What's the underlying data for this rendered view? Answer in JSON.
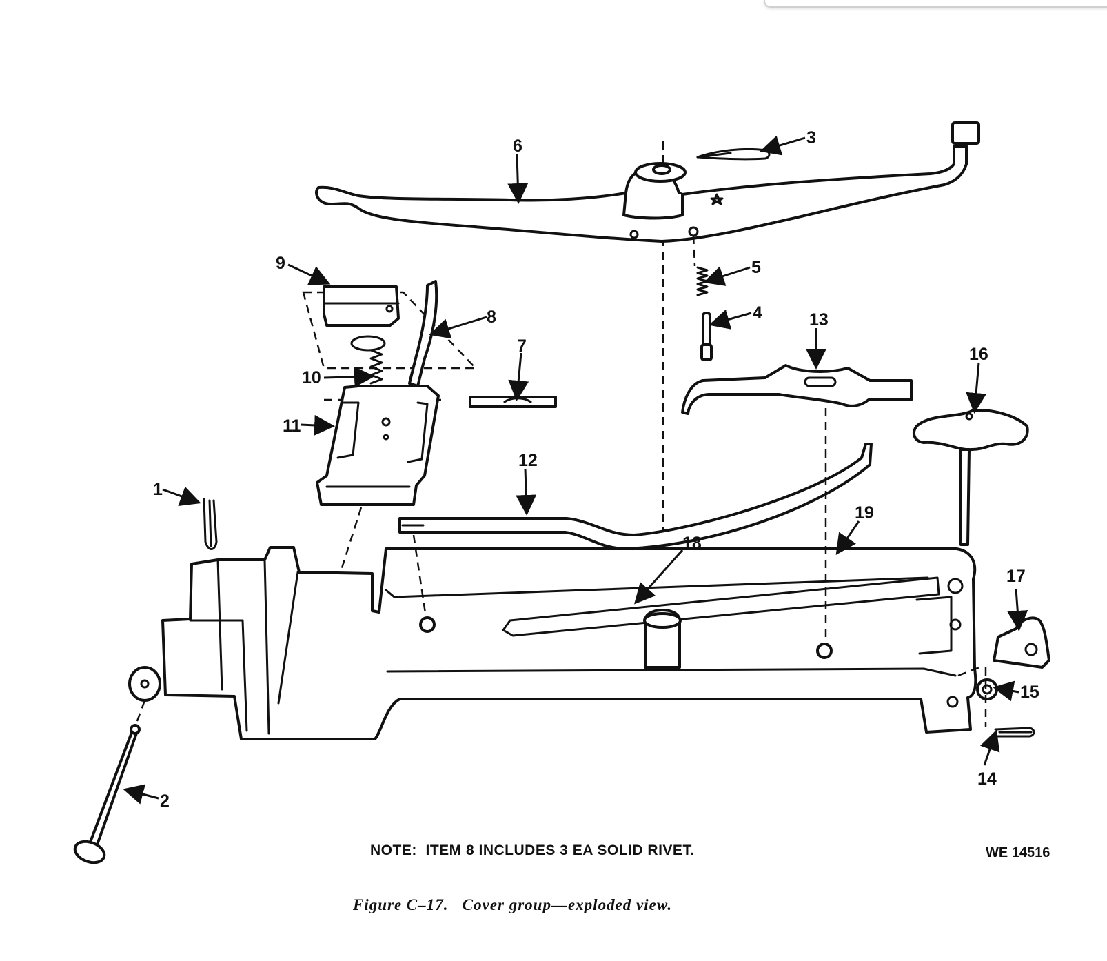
{
  "figure": {
    "note": "NOTE:  ITEM 8 INCLUDES 3 EA SOLID RIVET.",
    "code": "WE 14516",
    "caption": "Figure C–17.   Cover group—exploded view."
  },
  "callouts": [
    {
      "id": "1",
      "label": "1"
    },
    {
      "id": "2",
      "label": "2"
    },
    {
      "id": "3",
      "label": "3"
    },
    {
      "id": "4",
      "label": "4"
    },
    {
      "id": "5",
      "label": "5"
    },
    {
      "id": "6",
      "label": "6"
    },
    {
      "id": "7",
      "label": "7"
    },
    {
      "id": "8",
      "label": "8"
    },
    {
      "id": "9",
      "label": "9"
    },
    {
      "id": "10",
      "label": "10"
    },
    {
      "id": "11",
      "label": "11"
    },
    {
      "id": "12",
      "label": "12"
    },
    {
      "id": "13",
      "label": "13"
    },
    {
      "id": "14",
      "label": "14"
    },
    {
      "id": "15",
      "label": "15"
    },
    {
      "id": "16",
      "label": "16"
    },
    {
      "id": "17",
      "label": "17"
    },
    {
      "id": "18",
      "label": "18"
    },
    {
      "id": "19",
      "label": "19"
    }
  ]
}
